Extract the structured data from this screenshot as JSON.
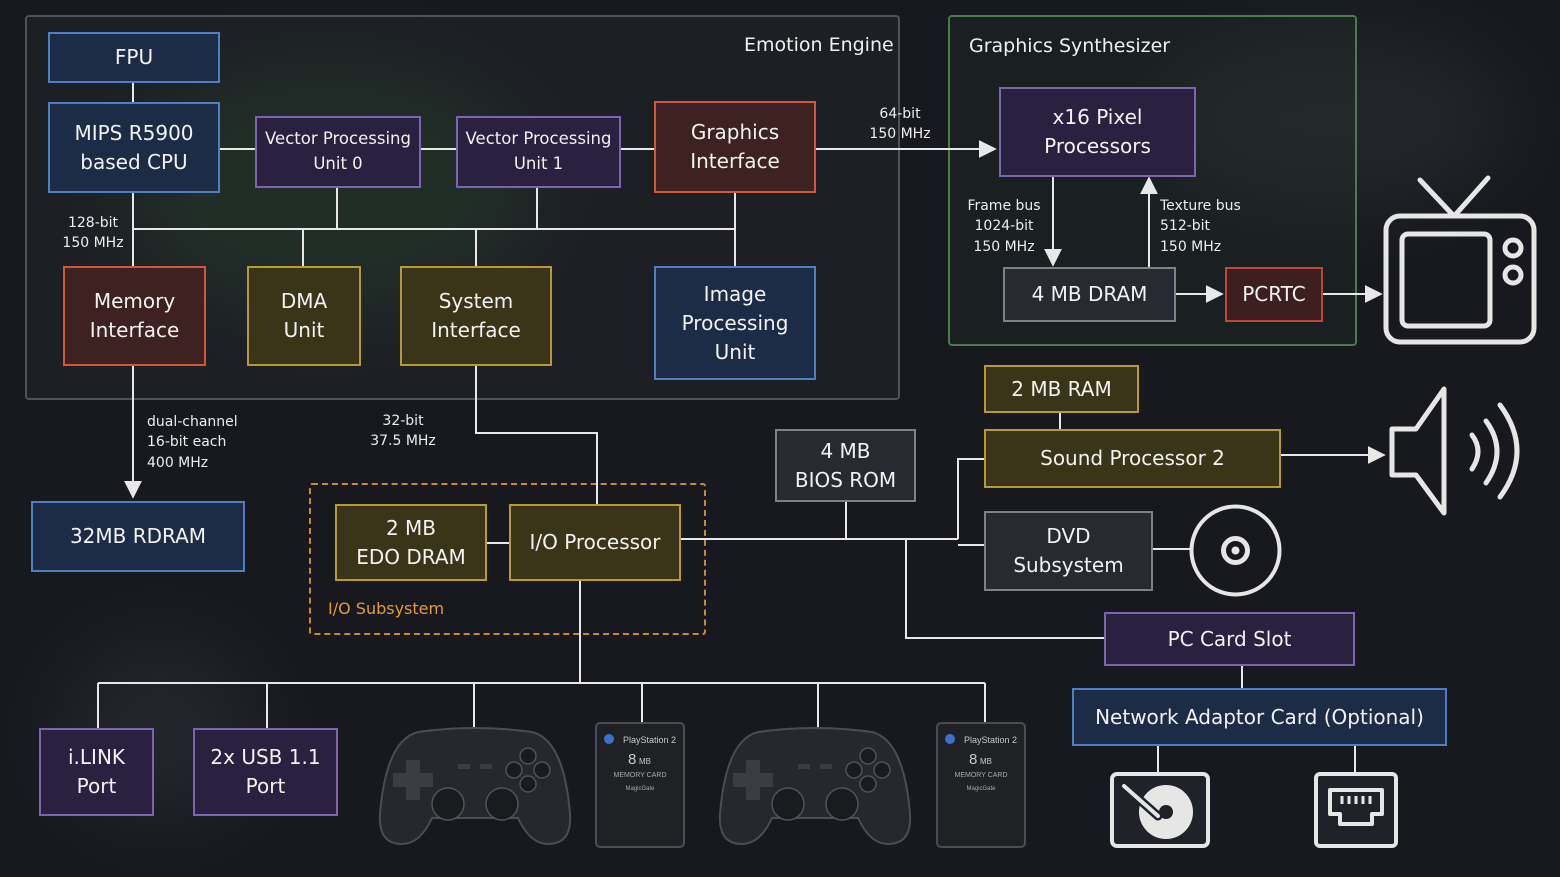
{
  "groups": {
    "emotion_engine": "Emotion Engine",
    "graphics_synthesizer": "Graphics Synthesizer",
    "io_subsystem": "I/O Subsystem"
  },
  "blocks": {
    "fpu": "FPU",
    "cpu": "MIPS R5900\nbased CPU",
    "vpu0": "Vector Processing\nUnit 0",
    "vpu1": "Vector Processing\nUnit 1",
    "gif": "Graphics\nInterface",
    "memory_interface": "Memory\nInterface",
    "dma": "DMA\nUnit",
    "system_interface": "System\nInterface",
    "ipu": "Image\nProcessing\nUnit",
    "pixel": "x16 Pixel\nProcessors",
    "gs_dram": "4 MB DRAM",
    "pcrtc": "PCRTC",
    "rdram": "32MB RDRAM",
    "edo": "2 MB\nEDO DRAM",
    "iop": "I/O Processor",
    "bios": "4 MB\nBIOS ROM",
    "ram2": "2 MB RAM",
    "spu2": "Sound Processor 2",
    "dvd": "DVD\nSubsystem",
    "pccard": "PC Card Slot",
    "network": "Network Adaptor Card (Optional)",
    "ilink": "i.LINK\nPort",
    "usb": "2x USB 1.1\nPort"
  },
  "annotations": {
    "cpu_bus": "128-bit\n150 MHz",
    "gs_link": "64-bit\n150 MHz",
    "frame_bus": "Frame bus\n1024-bit\n150 MHz",
    "texture_bus": "Texture bus\n512-bit\n150 MHz",
    "rdram_bus": "dual-channel\n16-bit each\n400 MHz",
    "io_bus": "32-bit\n37.5 MHz"
  },
  "memory_card": {
    "brand": "PlayStation 2",
    "size": "8",
    "unit": "MB",
    "line1": "MEMORY CARD",
    "line2": "MagicGate"
  },
  "icons": [
    "tv-icon",
    "speaker-icon",
    "disc-icon",
    "controller-icon",
    "memory-card-icon",
    "hard-drive-icon",
    "ethernet-port-icon"
  ],
  "colors": {
    "background": "#17191f",
    "wire": "#e8e8e8",
    "blue": "#4f7fc2",
    "purple": "#7d64b0",
    "red": "#d0563c",
    "olive": "#b79a34",
    "gray": "#7d8188",
    "green_group": "#4c7a4e",
    "io_dashed": "#c98a2e"
  }
}
